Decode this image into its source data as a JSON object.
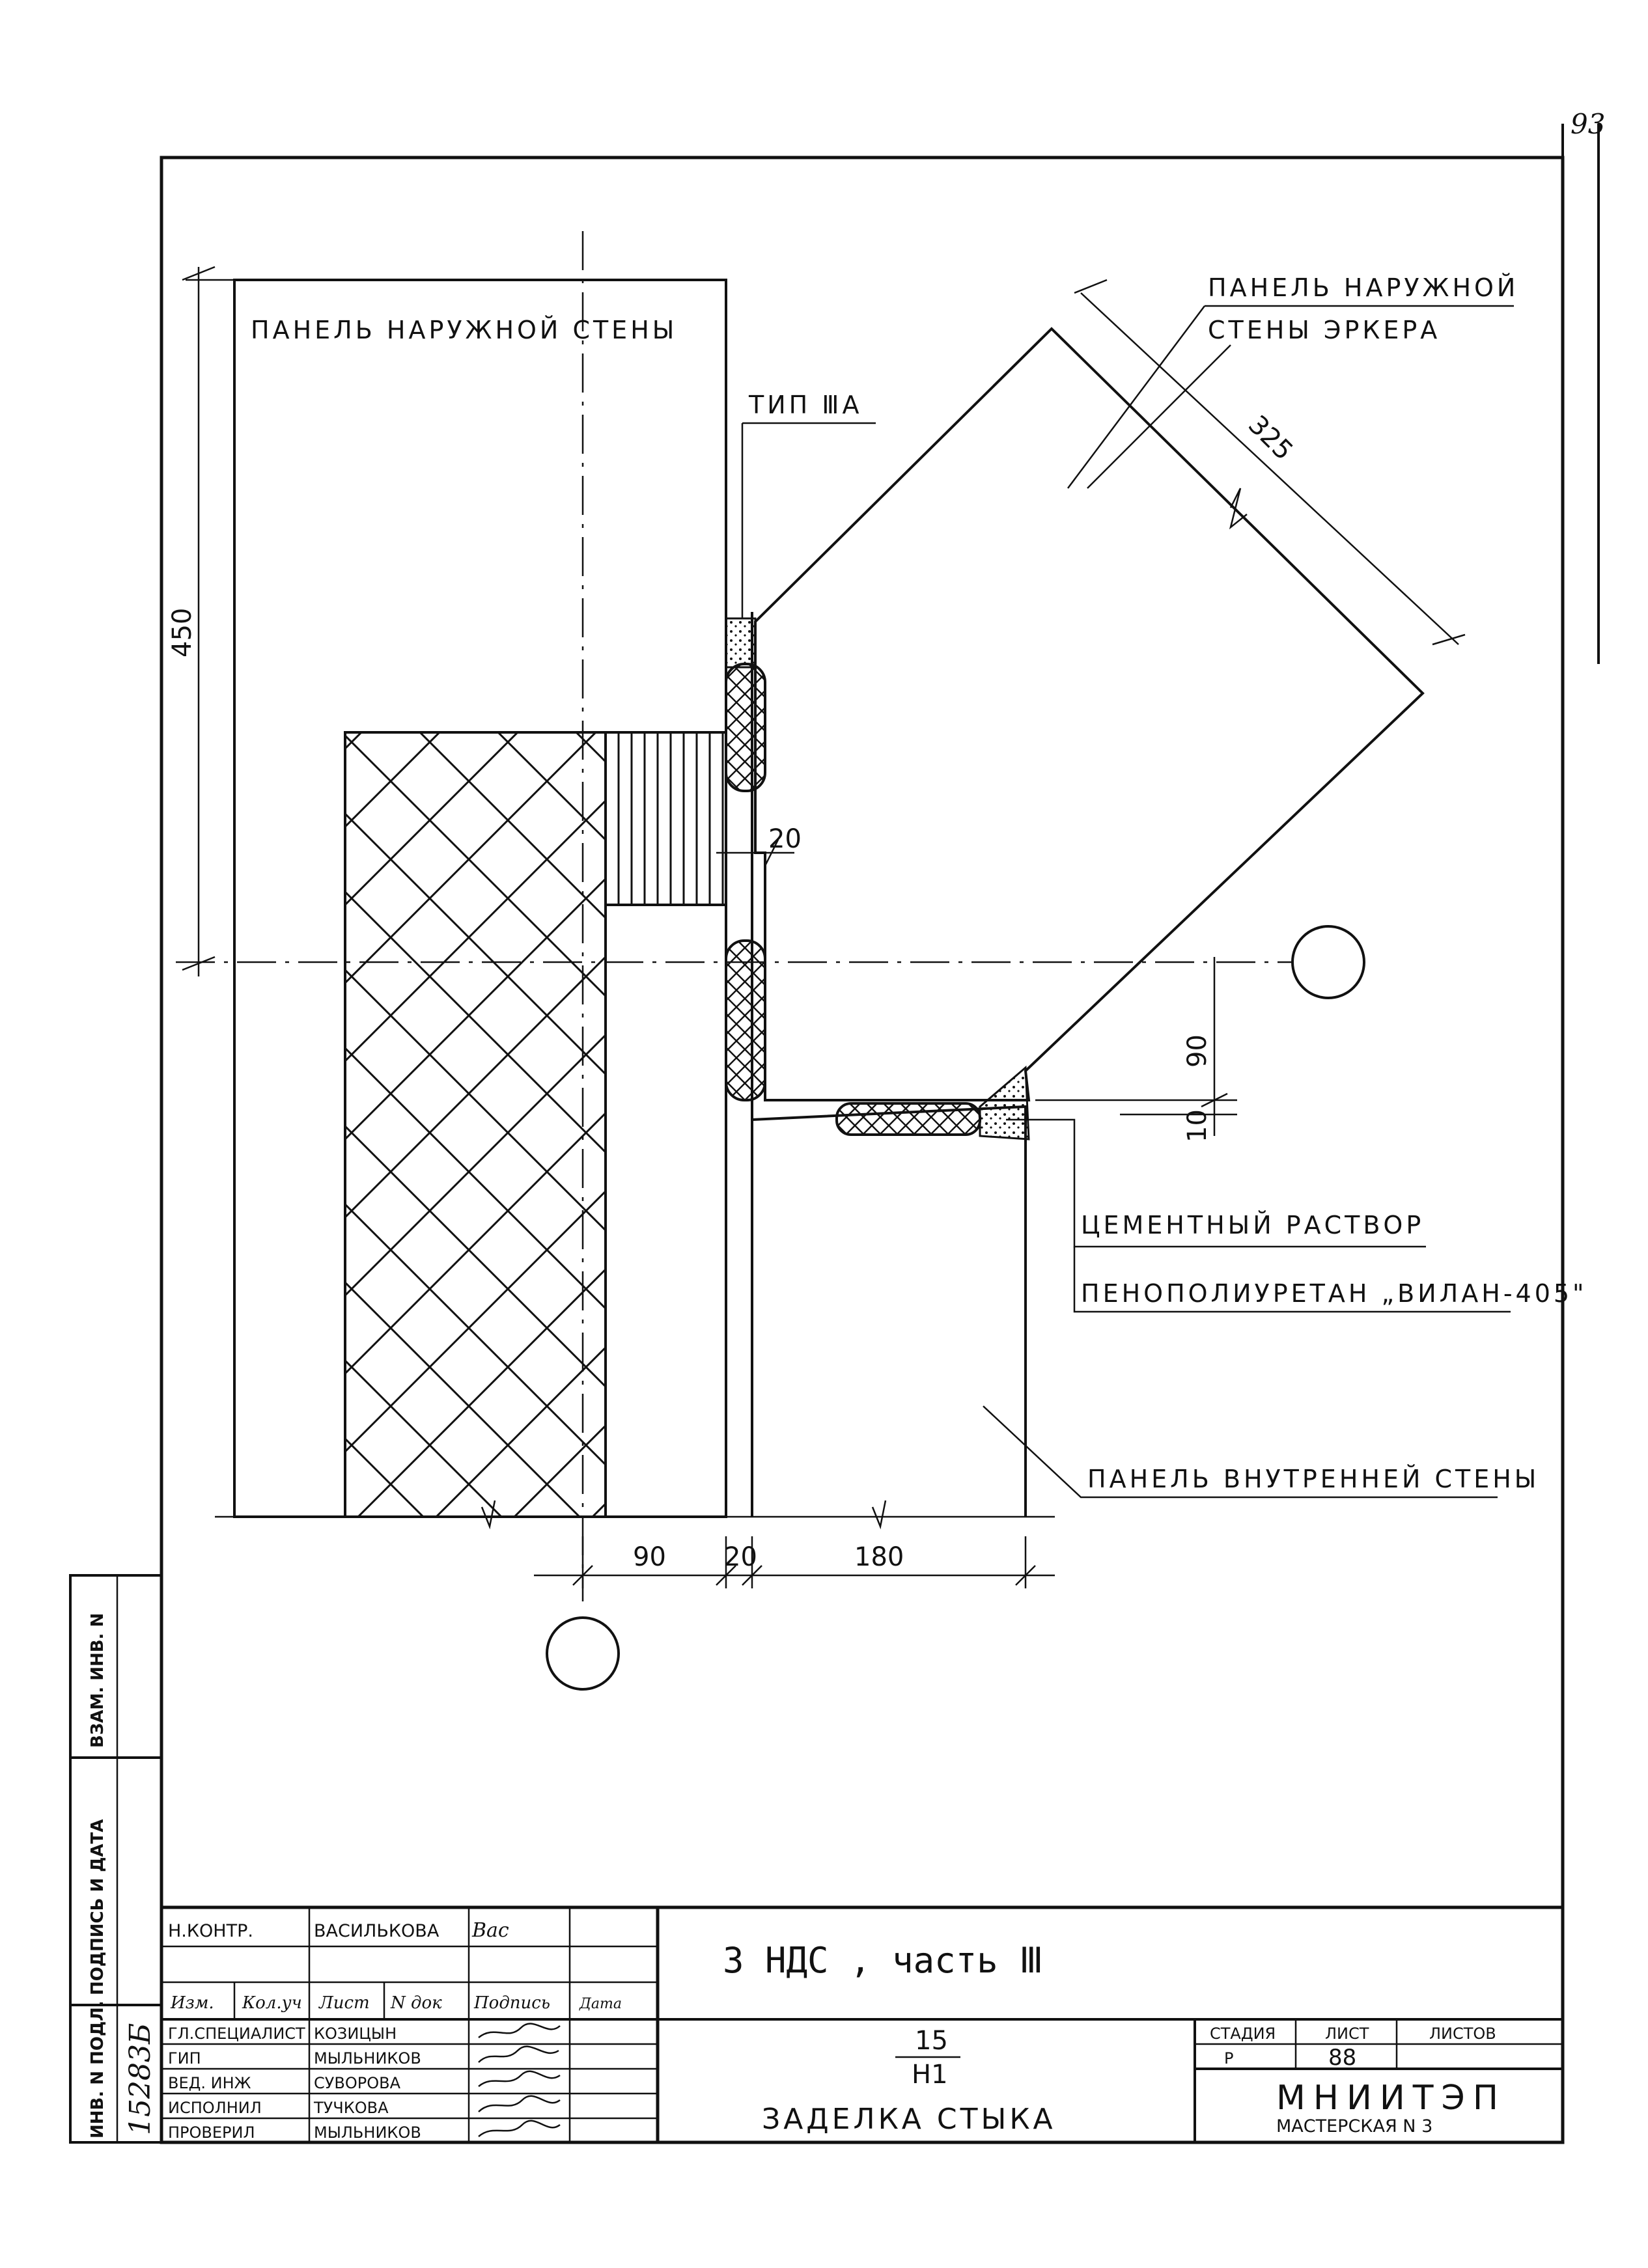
{
  "sheet_number": "93",
  "labels": {
    "outer_wall_panel": "ПАНЕЛЬ НАРУЖНОЙ СТЕНЫ",
    "joint_type": "ТИП ⅢА",
    "bay_panel_line1": "ПАНЕЛЬ НАРУЖНОЙ",
    "bay_panel_line2": "СТЕНЫ ЭРКЕРА",
    "cement_mortar": "ЦЕМЕНТНЫЙ РАСТВОР",
    "foam": "ПЕНОПОЛИУРЕТАН „ВИЛАН-405\"",
    "inner_wall_panel": "ПАНЕЛЬ ВНУТРЕННЕЙ СТЕНЫ"
  },
  "dimensions": {
    "height_450": "450",
    "gap_20_top": "20",
    "diag_325": "325",
    "v_90": "90",
    "v_10": "10",
    "b_90": "90",
    "b_20": "20",
    "b_180": "180"
  },
  "side_stamp": {
    "inv_no_orig": "ИНВ. N ПОДЛ.",
    "sign_date": "ПОДПИСЬ И ДАТА",
    "replace_inv": "ВЗАМ. ИНВ. N",
    "inv_value": "15283Б"
  },
  "title_block": {
    "norm_control_role": "Н.КОНТР.",
    "norm_control_name": "ВАСИЛЬКОВА",
    "headers": [
      "Изм.",
      "Кол.уч",
      "Лист",
      "N док",
      "Подпись",
      "Дата"
    ],
    "staff": [
      {
        "role": "ГЛ.СПЕЦИАЛИСТ",
        "name": "КОЗИЦЫН"
      },
      {
        "role": "ГИП",
        "name": "МЫЛЬНИКОВ"
      },
      {
        "role": "ВЕД. ИНЖ",
        "name": "СУВОРОВА"
      },
      {
        "role": "ИСПОЛНИЛ",
        "name": "ТУЧКОВА"
      },
      {
        "role": "ПРОВЕРИЛ",
        "name": "МЫЛЬНИКОВ"
      }
    ],
    "project": "3 НДС , часть Ⅲ",
    "node_number": "15",
    "node_sheet": "Н1",
    "drawing_title": "ЗАДЕЛКА СТЫКА",
    "stage_label": "СТАДИЯ",
    "sheet_label": "ЛИСТ",
    "sheets_label": "ЛИСТОВ",
    "stage_value": "Р",
    "sheet_value": "88",
    "org_name": "МНИИТЭП",
    "org_workshop": "МАСТЕРСКАЯ N 3"
  }
}
